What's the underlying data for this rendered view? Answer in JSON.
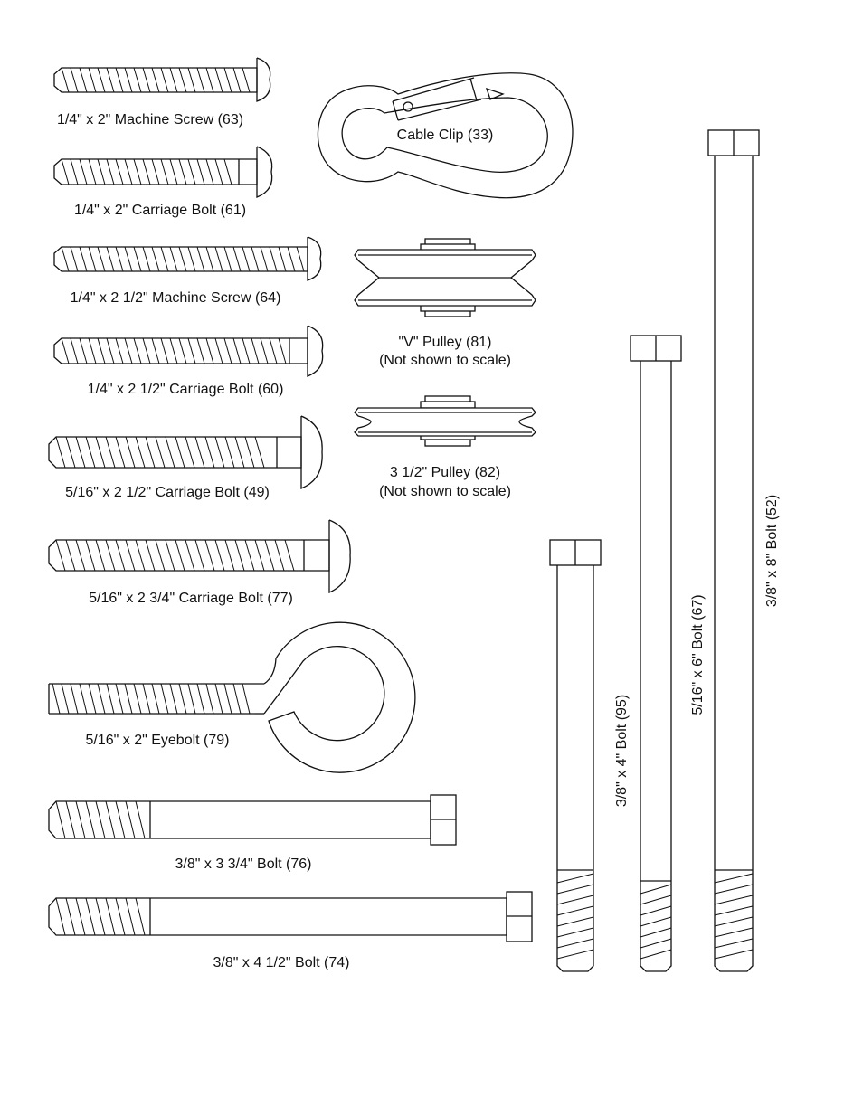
{
  "parts": {
    "p63": "1/4\" x 2\" Machine Screw (63)",
    "p61": "1/4\" x 2\" Carriage Bolt (61)",
    "p64": "1/4\" x 2 1/2\" Machine Screw (64)",
    "p60": "1/4\" x 2 1/2\" Carriage Bolt (60)",
    "p49": "5/16\" x 2 1/2\" Carriage Bolt (49)",
    "p77": "5/16\" x 2 3/4\" Carriage Bolt (77)",
    "p79": "5/16\" x 2\" Eyebolt (79)",
    "p76": "3/8\" x 3 3/4\" Bolt (76)",
    "p74": "3/8\" x 4 1/2\" Bolt (74)",
    "p33": "Cable Clip (33)",
    "p81": "\"V\" Pulley (81)",
    "p82": "3 1/2\" Pulley (82)",
    "not_to_scale": "(Not shown to scale)",
    "p95": "3/8\" x 4\" Bolt (95)",
    "p67": "5/16\" x 6\" Bolt (67)",
    "p52": "3/8\" x 8\" Bolt (52)"
  }
}
